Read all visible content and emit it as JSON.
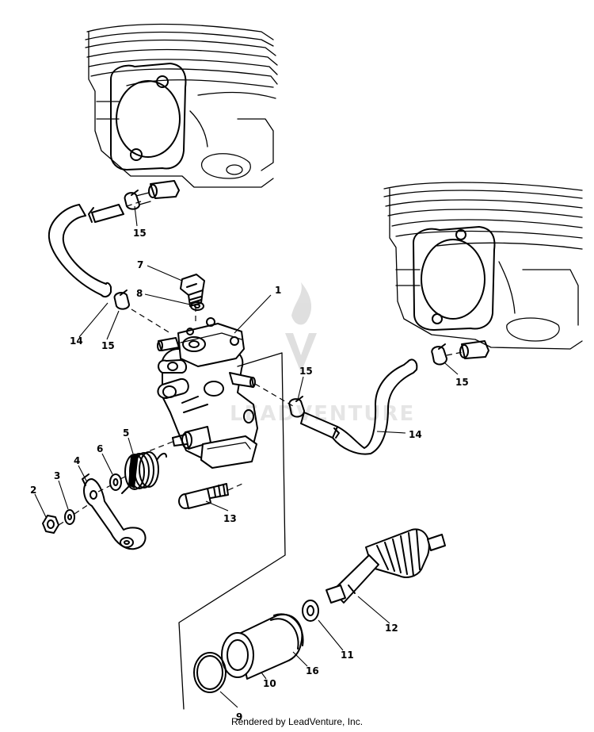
{
  "diagram": {
    "callouts": {
      "c1": "1",
      "c2": "2",
      "c3": "3",
      "c4": "4",
      "c5": "5",
      "c6": "6",
      "c7": "7",
      "c8": "8",
      "c9": "9",
      "c10": "10",
      "c11": "11",
      "c12": "12",
      "c13": "13",
      "c14a": "14",
      "c14b": "14",
      "c15a": "15",
      "c15b": "15",
      "c15c": "15",
      "c15d": "15",
      "c16": "16"
    },
    "watermark": "LEADVENTURE"
  },
  "footer": {
    "credit": "Rendered by LeadVenture, Inc."
  }
}
